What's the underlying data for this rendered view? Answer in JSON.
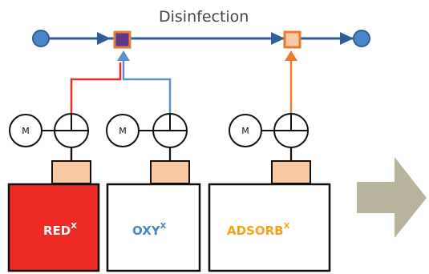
{
  "diagram": {
    "title": "Disinfection",
    "motor_label": "M",
    "tanks": [
      {
        "id": "red",
        "label": "RED",
        "sup": "X",
        "fill": "#EE2A24",
        "label_color": "#FFFFFF"
      },
      {
        "id": "oxy",
        "label": "OXY",
        "sup": "X",
        "fill": "#FFFFFF",
        "label_color": "#4A86C5"
      },
      {
        "id": "adsorb",
        "label": "ADSORB",
        "sup": "X",
        "fill": "#FFFFFF",
        "label_color": "#F7A21B"
      }
    ]
  },
  "colors": {
    "main_line": "#2E5E9A",
    "node_fill": "#4A86C5",
    "red_line": "#E0312B",
    "blue_line": "#5B8FD0",
    "orange_line": "#E87B2F",
    "mixer_purple": "#5B3A8E",
    "mixer_peach": "#F9C9A4",
    "valve_fill": "#F9C9A4",
    "arrow_fill": "#B8B49B"
  }
}
